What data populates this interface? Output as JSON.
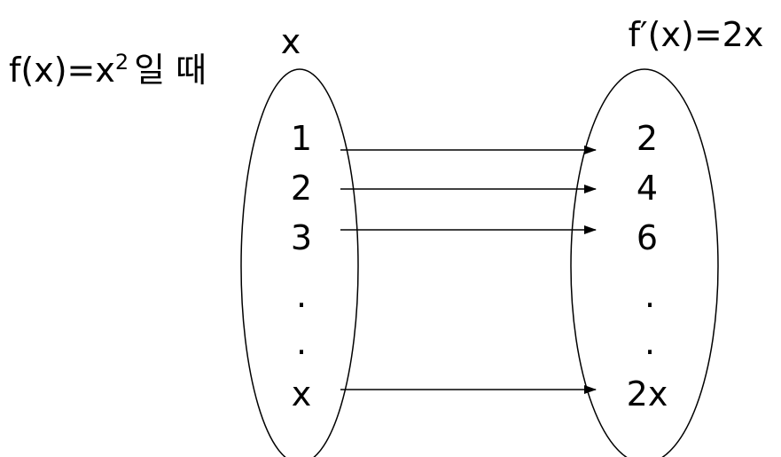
{
  "title": {
    "base": "f(x)=x",
    "exponent": "2",
    "suffix": "일 때"
  },
  "domain_set": {
    "label": "x",
    "items": [
      "1",
      "2",
      "3",
      ".",
      ".",
      "x"
    ]
  },
  "codomain_set": {
    "label": "f′(x)=2x",
    "items": [
      "2",
      "4",
      "6",
      ".",
      ".",
      "2x"
    ]
  },
  "mappings": [
    {
      "from": "1",
      "to": "2"
    },
    {
      "from": "2",
      "to": "4"
    },
    {
      "from": "3",
      "to": "6"
    },
    {
      "from": "x",
      "to": "2x"
    }
  ],
  "colors": {
    "stroke": "#000000",
    "background": "#ffffff"
  }
}
